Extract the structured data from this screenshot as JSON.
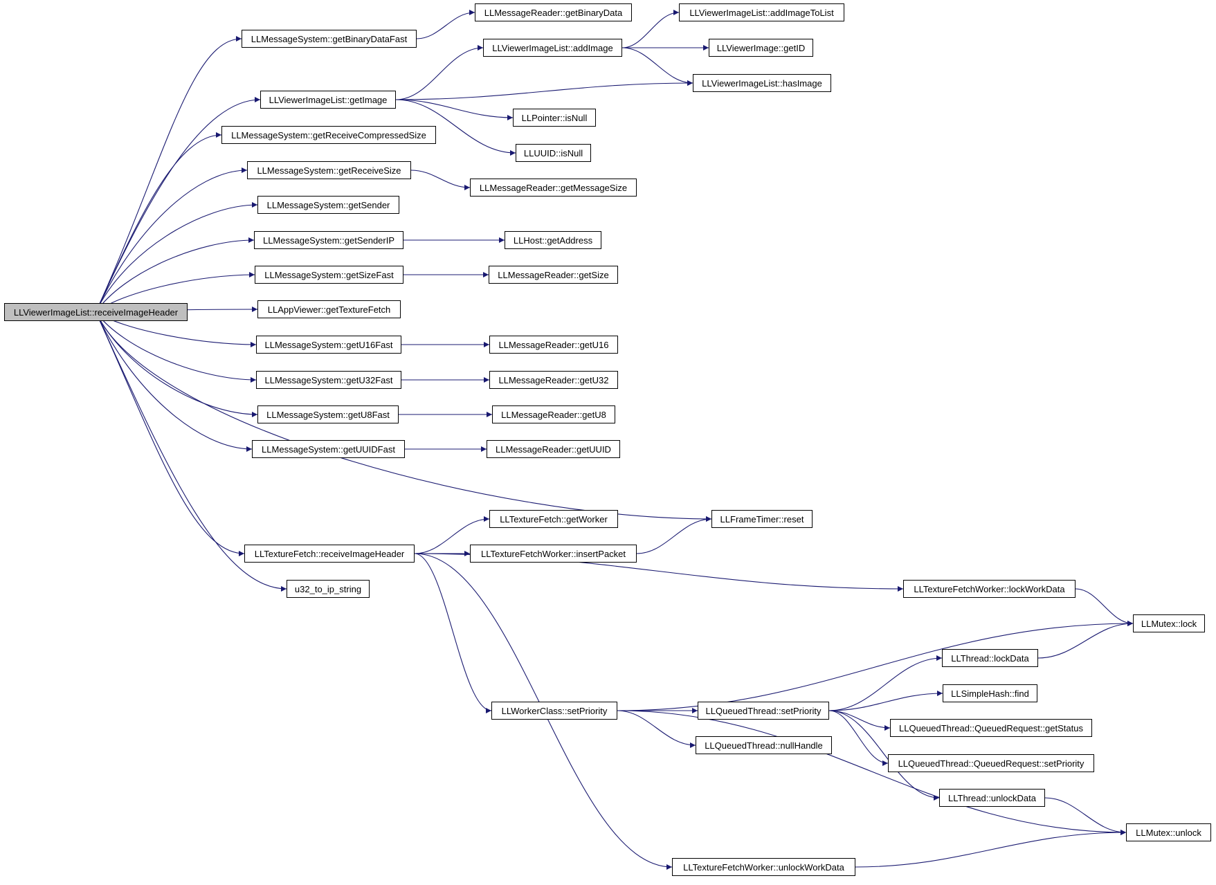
{
  "graph": {
    "root": "LLViewerImageList::receiveImageHeader",
    "colors": {
      "edge": "#191970",
      "root_fill": "#bfbfbf",
      "node_fill": "#ffffff",
      "border": "#000000"
    },
    "nodes": [
      {
        "id": "root",
        "label": "LLViewerImageList::receiveImageHeader"
      },
      {
        "id": "getBinaryDataFast",
        "label": "LLMessageSystem::getBinaryDataFast"
      },
      {
        "id": "getBinaryData",
        "label": "LLMessageReader::getBinaryData"
      },
      {
        "id": "addImageToList",
        "label": "LLViewerImageList::addImageToList"
      },
      {
        "id": "addImage",
        "label": "LLViewerImageList::addImage"
      },
      {
        "id": "getID",
        "label": "LLViewerImage::getID"
      },
      {
        "id": "getImage",
        "label": "LLViewerImageList::getImage"
      },
      {
        "id": "hasImage",
        "label": "LLViewerImageList::hasImage"
      },
      {
        "id": "ptrIsNull",
        "label": "LLPointer::isNull"
      },
      {
        "id": "uuidIsNull",
        "label": "LLUUID::isNull"
      },
      {
        "id": "getReceiveCompressedSize",
        "label": "LLMessageSystem::getReceiveCompressedSize"
      },
      {
        "id": "getReceiveSize",
        "label": "LLMessageSystem::getReceiveSize"
      },
      {
        "id": "getMessageSize",
        "label": "LLMessageReader::getMessageSize"
      },
      {
        "id": "getSender",
        "label": "LLMessageSystem::getSender"
      },
      {
        "id": "getSenderIP",
        "label": "LLMessageSystem::getSenderIP"
      },
      {
        "id": "getAddress",
        "label": "LLHost::getAddress"
      },
      {
        "id": "getSizeFast",
        "label": "LLMessageSystem::getSizeFast"
      },
      {
        "id": "getSize",
        "label": "LLMessageReader::getSize"
      },
      {
        "id": "getTextureFetch",
        "label": "LLAppViewer::getTextureFetch"
      },
      {
        "id": "getU16Fast",
        "label": "LLMessageSystem::getU16Fast"
      },
      {
        "id": "getU16",
        "label": "LLMessageReader::getU16"
      },
      {
        "id": "getU32Fast",
        "label": "LLMessageSystem::getU32Fast"
      },
      {
        "id": "getU32",
        "label": "LLMessageReader::getU32"
      },
      {
        "id": "getU8Fast",
        "label": "LLMessageSystem::getU8Fast"
      },
      {
        "id": "getU8",
        "label": "LLMessageReader::getU8"
      },
      {
        "id": "getUUIDFast",
        "label": "LLMessageSystem::getUUIDFast"
      },
      {
        "id": "getUUID",
        "label": "LLMessageReader::getUUID"
      },
      {
        "id": "getWorker",
        "label": "LLTextureFetch::getWorker"
      },
      {
        "id": "reset",
        "label": "LLFrameTimer::reset"
      },
      {
        "id": "tfReceiveImageHeader",
        "label": "LLTextureFetch::receiveImageHeader"
      },
      {
        "id": "insertPacket",
        "label": "LLTextureFetchWorker::insertPacket"
      },
      {
        "id": "u32ToIp",
        "label": "u32_to_ip_string"
      },
      {
        "id": "lockWorkData",
        "label": "LLTextureFetchWorker::lockWorkData"
      },
      {
        "id": "mutexLock",
        "label": "LLMutex::lock"
      },
      {
        "id": "lockData",
        "label": "LLThread::lockData"
      },
      {
        "id": "find",
        "label": "LLSimpleHash::find"
      },
      {
        "id": "wcSetPriority",
        "label": "LLWorkerClass::setPriority"
      },
      {
        "id": "qtSetPriority",
        "label": "LLQueuedThread::setPriority"
      },
      {
        "id": "getStatus",
        "label": "LLQueuedThread::QueuedRequest::getStatus"
      },
      {
        "id": "nullHandle",
        "label": "LLQueuedThread::nullHandle"
      },
      {
        "id": "qrSetPriority",
        "label": "LLQueuedThread::QueuedRequest::setPriority"
      },
      {
        "id": "unlockData",
        "label": "LLThread::unlockData"
      },
      {
        "id": "mutexUnlock",
        "label": "LLMutex::unlock"
      },
      {
        "id": "unlockWorkData",
        "label": "LLTextureFetchWorker::unlockWorkData"
      }
    ],
    "edges": [
      [
        "root",
        "getBinaryDataFast"
      ],
      [
        "getBinaryDataFast",
        "getBinaryData"
      ],
      [
        "root",
        "getImage"
      ],
      [
        "getImage",
        "addImage"
      ],
      [
        "getImage",
        "hasImage"
      ],
      [
        "getImage",
        "ptrIsNull"
      ],
      [
        "getImage",
        "uuidIsNull"
      ],
      [
        "addImage",
        "addImageToList"
      ],
      [
        "addImage",
        "getID"
      ],
      [
        "addImage",
        "hasImage"
      ],
      [
        "root",
        "getReceiveCompressedSize"
      ],
      [
        "root",
        "getReceiveSize"
      ],
      [
        "getReceiveSize",
        "getMessageSize"
      ],
      [
        "root",
        "getSender"
      ],
      [
        "root",
        "getSenderIP"
      ],
      [
        "getSenderIP",
        "getAddress"
      ],
      [
        "root",
        "getSizeFast"
      ],
      [
        "getSizeFast",
        "getSize"
      ],
      [
        "root",
        "getTextureFetch"
      ],
      [
        "root",
        "getU16Fast"
      ],
      [
        "getU16Fast",
        "getU16"
      ],
      [
        "root",
        "getU32Fast"
      ],
      [
        "getU32Fast",
        "getU32"
      ],
      [
        "root",
        "getU8Fast"
      ],
      [
        "getU8Fast",
        "getU8"
      ],
      [
        "root",
        "getUUIDFast"
      ],
      [
        "getUUIDFast",
        "getUUID"
      ],
      [
        "root",
        "reset"
      ],
      [
        "root",
        "tfReceiveImageHeader"
      ],
      [
        "root",
        "u32ToIp"
      ],
      [
        "tfReceiveImageHeader",
        "getWorker"
      ],
      [
        "tfReceiveImageHeader",
        "insertPacket"
      ],
      [
        "tfReceiveImageHeader",
        "lockWorkData"
      ],
      [
        "tfReceiveImageHeader",
        "wcSetPriority"
      ],
      [
        "tfReceiveImageHeader",
        "unlockWorkData"
      ],
      [
        "insertPacket",
        "reset"
      ],
      [
        "lockWorkData",
        "mutexLock"
      ],
      [
        "wcSetPriority",
        "mutexLock"
      ],
      [
        "wcSetPriority",
        "qtSetPriority"
      ],
      [
        "wcSetPriority",
        "nullHandle"
      ],
      [
        "wcSetPriority",
        "mutexUnlock"
      ],
      [
        "qtSetPriority",
        "lockData"
      ],
      [
        "qtSetPriority",
        "find"
      ],
      [
        "qtSetPriority",
        "getStatus"
      ],
      [
        "qtSetPriority",
        "qrSetPriority"
      ],
      [
        "qtSetPriority",
        "unlockData"
      ],
      [
        "lockData",
        "mutexLock"
      ],
      [
        "unlockData",
        "mutexUnlock"
      ],
      [
        "unlockWorkData",
        "mutexUnlock"
      ]
    ]
  }
}
